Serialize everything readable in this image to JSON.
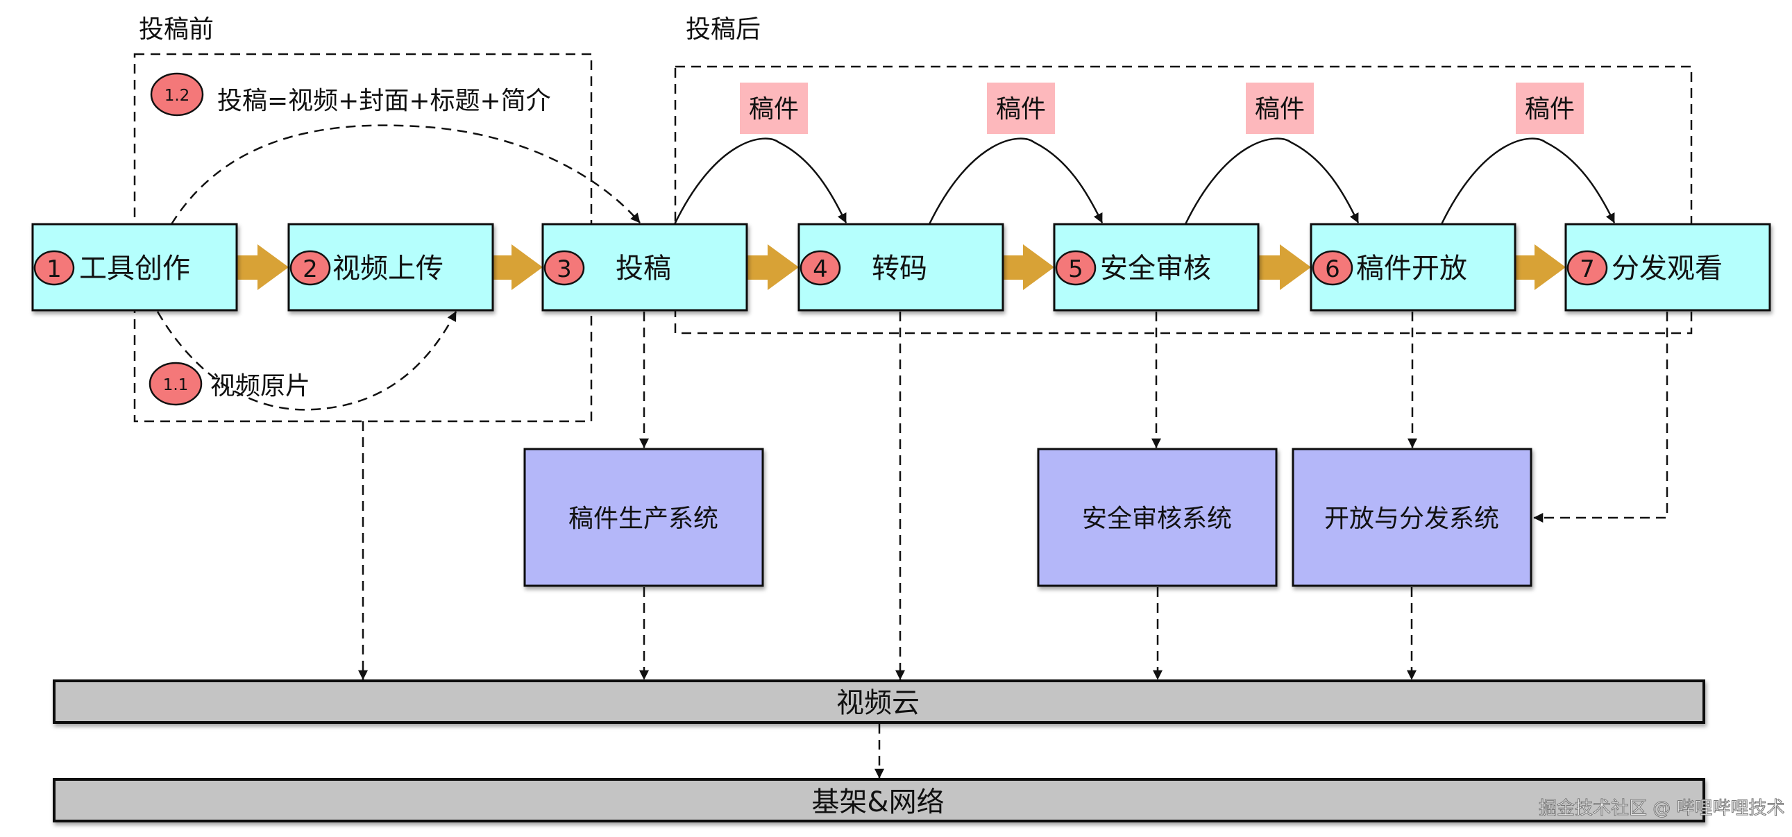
{
  "groups": {
    "pre": {
      "title": "投稿前"
    },
    "post": {
      "title": "投稿后"
    }
  },
  "notes": [
    {
      "badge": "1.2",
      "text": "投稿=视频+封面+标题+简介"
    },
    {
      "badge": "1.1",
      "text": "视频原片"
    }
  ],
  "stages": [
    {
      "num": "1",
      "label": "工具创作"
    },
    {
      "num": "2",
      "label": "视频上传"
    },
    {
      "num": "3",
      "label": "投稿"
    },
    {
      "num": "4",
      "label": "转码"
    },
    {
      "num": "5",
      "label": "安全审核"
    },
    {
      "num": "6",
      "label": "稿件开放"
    },
    {
      "num": "7",
      "label": "分发观看"
    }
  ],
  "artifact_tags": [
    "稿件",
    "稿件",
    "稿件",
    "稿件"
  ],
  "systems": [
    {
      "label": "稿件生产系统"
    },
    {
      "label": "安全审核系统"
    },
    {
      "label": "开放与分发系统"
    }
  ],
  "layers": [
    {
      "label": "视频云"
    },
    {
      "label": "基架&网络"
    }
  ],
  "watermark": "掘金技术社区 @ 哔哩哔哩技术",
  "colors": {
    "stage_fill": "#b5fffd",
    "system_fill": "#b4b7f9",
    "layer_fill": "#c4c4c4",
    "badge_fill": "#f47879",
    "tag_fill": "#fdb8bc",
    "flow_arrow": "#d8a236"
  }
}
